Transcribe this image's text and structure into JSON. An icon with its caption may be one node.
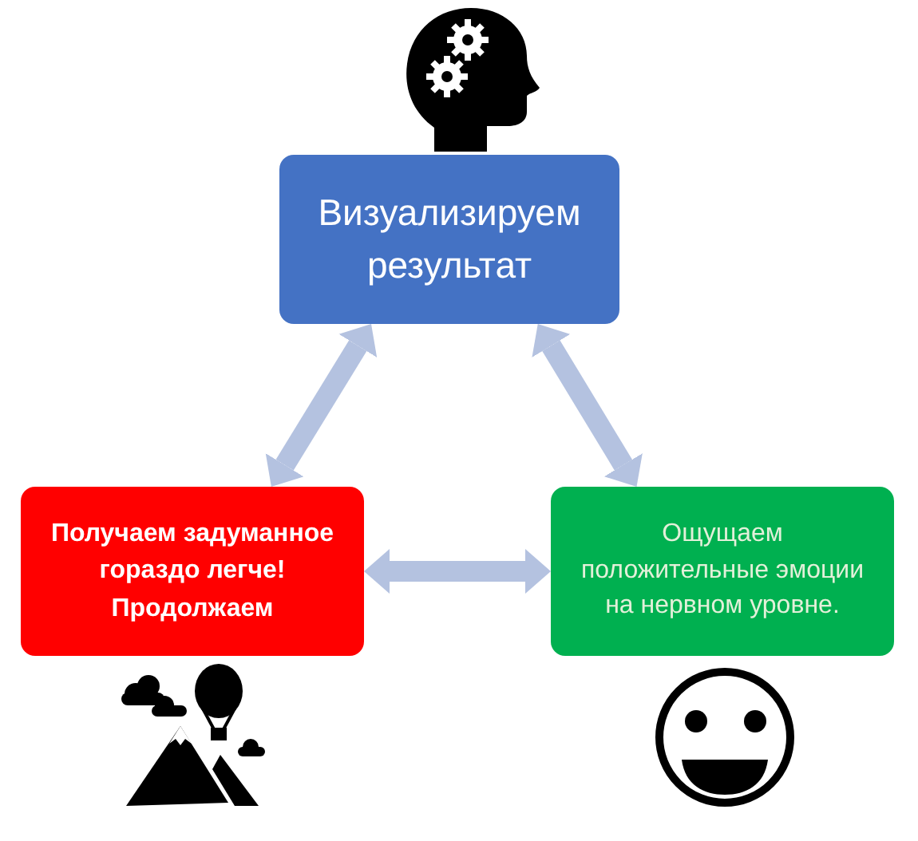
{
  "diagram": {
    "nodes": [
      {
        "text": [
          "Визуализируем результат"
        ]
      },
      {
        "text": [
          "Получаем задуманное гораздо легче! Продолжаем"
        ]
      },
      {
        "text": [
          "Ощущаем положительные эмоции на нервном уровне."
        ]
      }
    ],
    "edges": [
      {
        "from": 0,
        "to": 1,
        "arrow": "both"
      },
      {
        "from": 0,
        "to": 2,
        "arrow": "both"
      },
      {
        "from": 1,
        "to": 2,
        "arrow": "both"
      }
    ]
  }
}
